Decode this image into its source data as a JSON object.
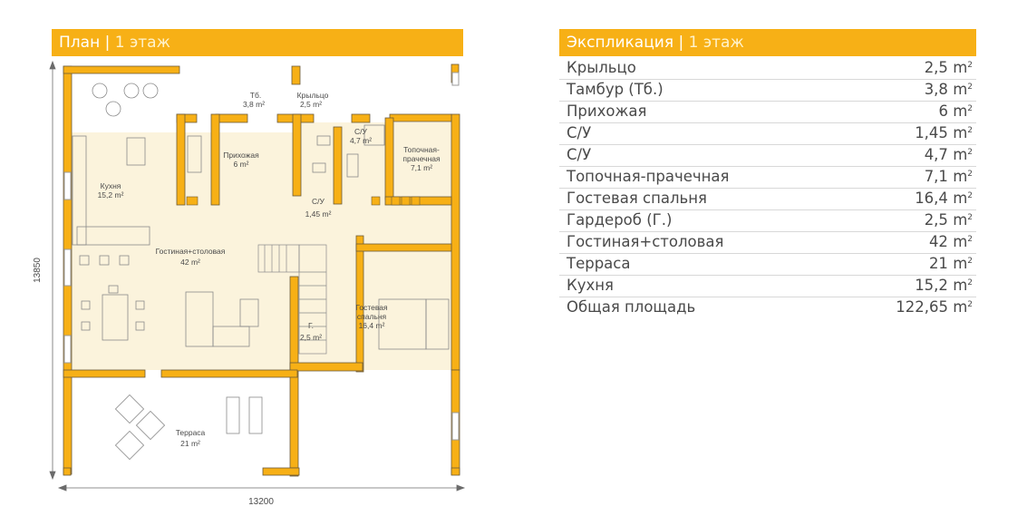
{
  "plan_header": {
    "title": "План",
    "separator": "|",
    "floor": "1 этаж"
  },
  "explication_header": {
    "title": "Экспликация",
    "separator": "|",
    "floor": "1 этаж"
  },
  "dimensions": {
    "depth": "13850",
    "width": "13200"
  },
  "plan_labels": {
    "tb": "Тб.",
    "tb_area": "3,8 m²",
    "porch": "Крыльцо",
    "porch_area": "2,5 m²",
    "wc1": "С/У",
    "wc1_area": "4,7 m²",
    "boiler1": "Топочная-",
    "boiler2": "прачечная",
    "boiler_area": "7,1 m²",
    "hall": "Прихожая",
    "hall_area": "6 m²",
    "kitchen": "Кухня",
    "kitchen_area": "15,2 m²",
    "wc2": "С/У",
    "wc2_area": "1,45 m²",
    "living": "Гостиная+столовая",
    "living_area": "42 m²",
    "guest1": "Гостевая",
    "guest2": "спальня",
    "guest_area": "16,4 m²",
    "wardrobe": "Г.",
    "wardrobe_area": "2,5 m²",
    "terrace": "Терраса",
    "terrace_area": "21 m²"
  },
  "explication": [
    {
      "name": "Крыльцо",
      "value": "2,5",
      "unit": "m",
      "sup": "2"
    },
    {
      "name": "Тамбур (Тб.)",
      "value": "3,8",
      "unit": "m",
      "sup": "2"
    },
    {
      "name": "Прихожая",
      "value": "6",
      "unit": "m",
      "sup": "2"
    },
    {
      "name": "С/У",
      "value": "1,45",
      "unit": "m",
      "sup": "2"
    },
    {
      "name": "С/У",
      "value": "4,7",
      "unit": "m",
      "sup": "2"
    },
    {
      "name": "Топочная-прачечная",
      "value": "7,1",
      "unit": "m",
      "sup": "2"
    },
    {
      "name": "Гостевая спальня",
      "value": "16,4",
      "unit": "m",
      "sup": "2"
    },
    {
      "name": "Гардероб (Г.)",
      "value": "2,5",
      "unit": "m",
      "sup": "2"
    },
    {
      "name": "Гостиная+столовая",
      "value": "42",
      "unit": "m",
      "sup": "2"
    },
    {
      "name": "Терраса",
      "value": "21",
      "unit": "m",
      "sup": "2"
    },
    {
      "name": "Кухня",
      "value": "15,2",
      "unit": "m",
      "sup": "2"
    },
    {
      "name": "Общая площадь",
      "value": "122,65",
      "unit": "m",
      "sup": "2"
    }
  ],
  "colors": {
    "accent": "#f7b016",
    "floor": "#fbf3dc",
    "wall": "#f7b016",
    "wall_edge": "#7a6a4a"
  }
}
